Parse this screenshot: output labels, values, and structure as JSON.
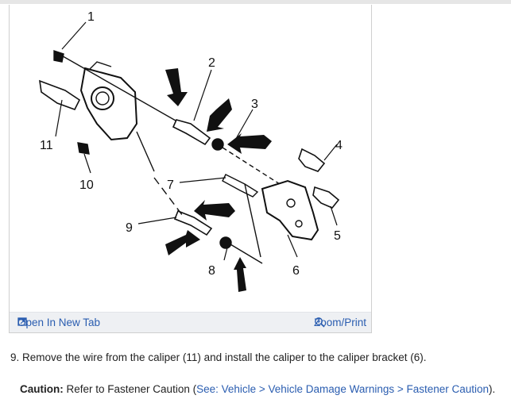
{
  "figure": {
    "callouts": [
      "1",
      "2",
      "3",
      "4",
      "5",
      "6",
      "7",
      "8",
      "9",
      "10",
      "11"
    ],
    "open_tab_label": "Open In New Tab",
    "zoom_label": "Zoom/Print"
  },
  "step": {
    "text": "9. Remove the wire from the caliper (11) and install the caliper to the caliper bracket (6)."
  },
  "caution": {
    "label": "Caution:",
    "text_before": " Refer to Fastener Caution (",
    "link_text": "See: Vehicle > Vehicle Damage Warnings > Fastener Caution",
    "text_after": ")."
  }
}
